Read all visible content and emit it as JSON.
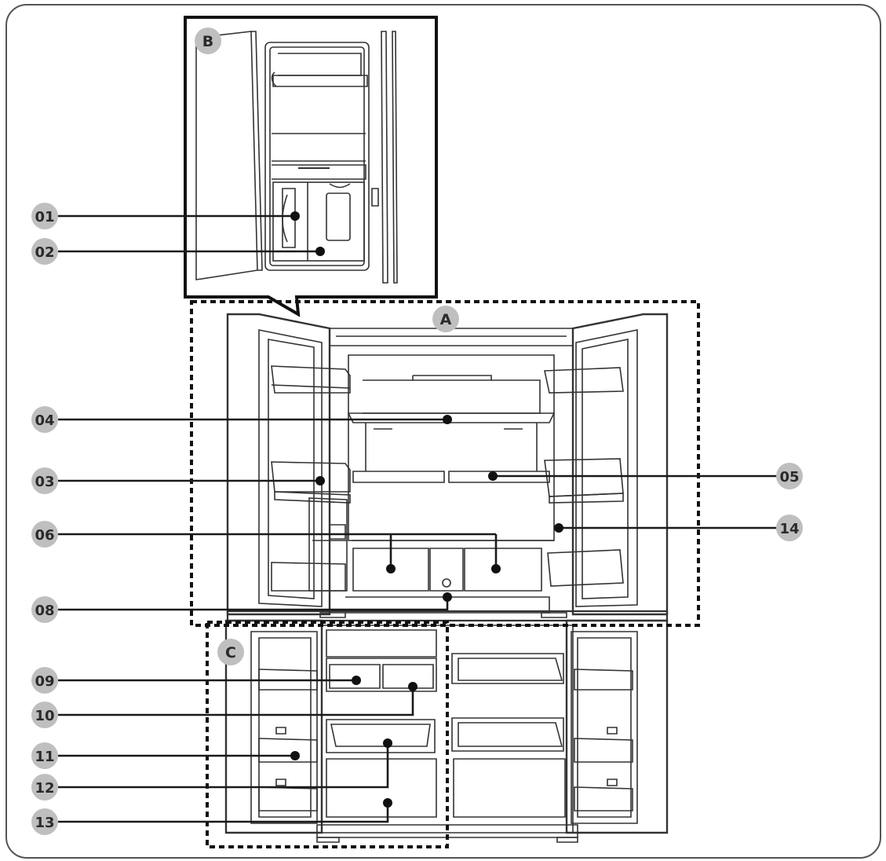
{
  "section_labels": [
    "A",
    "B",
    "C"
  ],
  "callouts": [
    "01",
    "02",
    "03",
    "04",
    "05",
    "06",
    "08",
    "09",
    "10",
    "11",
    "12",
    "13",
    "14"
  ],
  "colors": {
    "badge": "#bfbfbf",
    "line": "#1a1a1a",
    "frame": "#555555"
  }
}
